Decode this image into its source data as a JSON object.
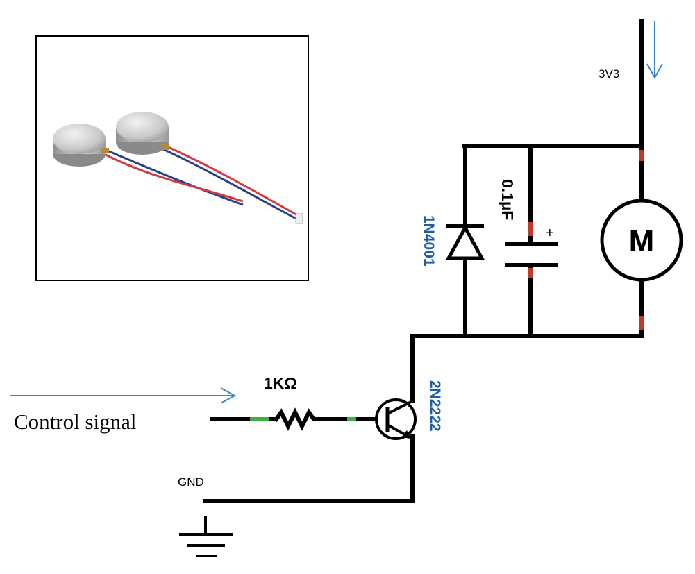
{
  "labels": {
    "supply": "3V3",
    "diode": "1N4001",
    "capacitor": "0.1µF",
    "capacitor_polarity": "+",
    "motor": "M",
    "resistor": "1KΩ",
    "transistor": "2N2222",
    "input": "Control signal",
    "ground": "GND"
  },
  "colors": {
    "wire": "#000000",
    "arrow": "#3a86c8",
    "connector_red": "#c0392b",
    "connector_green": "#3cb043",
    "part_label_blue": "#1a5fa8"
  },
  "photo": {
    "subject": "coin vibration motors",
    "icon": "coin-vibration-motor-icon"
  }
}
